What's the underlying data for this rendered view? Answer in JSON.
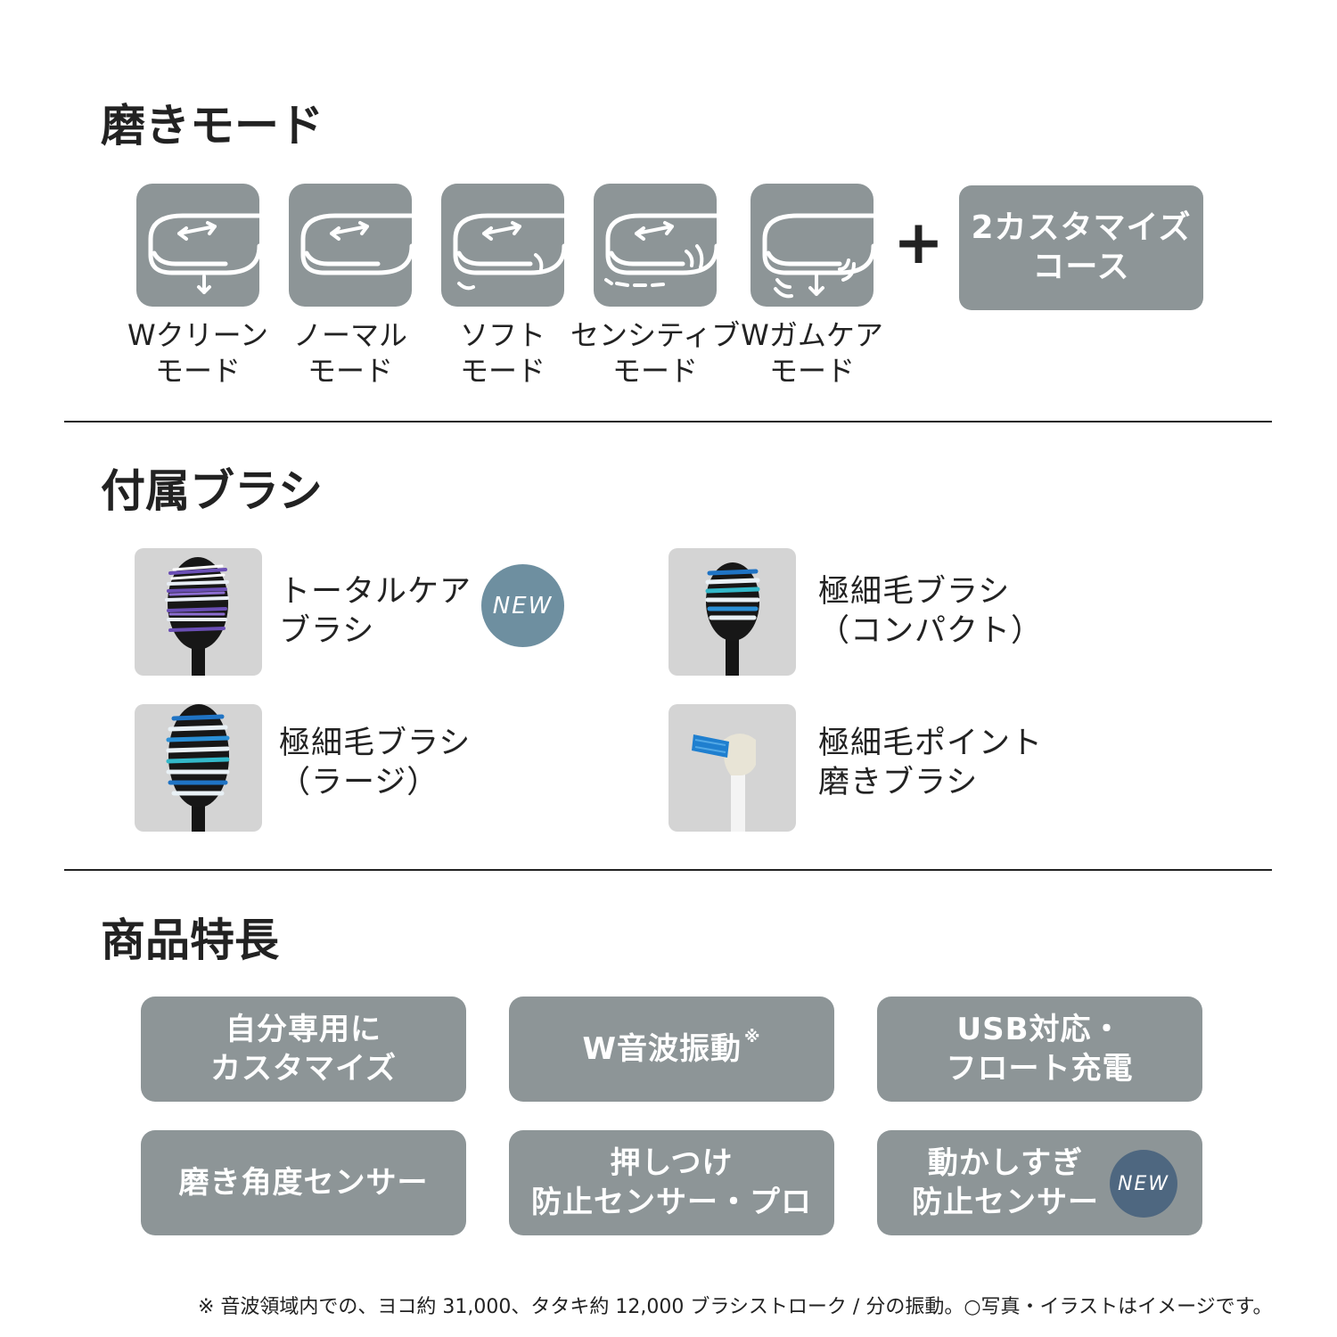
{
  "modes_section": {
    "title": "磨きモード",
    "modes": [
      {
        "line1": "Wクリーン",
        "line2": "モード",
        "icon": "w-clean-mode-icon"
      },
      {
        "line1": "ノーマル",
        "line2": "モード",
        "icon": "normal-mode-icon"
      },
      {
        "line1": "ソフト",
        "line2": "モード",
        "icon": "soft-mode-icon"
      },
      {
        "line1": "センシティブ",
        "line2": "モード",
        "icon": "sensitive-mode-icon"
      },
      {
        "line1": "Wガムケア",
        "line2": "モード",
        "icon": "w-gum-care-mode-icon"
      }
    ],
    "plus": "+",
    "custom": {
      "line1": "2カスタマイズ",
      "line2": "コース"
    }
  },
  "brushes_section": {
    "title": "付属ブラシ",
    "brushes": [
      {
        "line1": "トータルケア",
        "line2": "ブラシ",
        "new": true
      },
      {
        "line1": "極細毛ブラシ",
        "line2": "（コンパクト）",
        "new": false
      },
      {
        "line1": "極細毛ブラシ",
        "line2": "（ラージ）",
        "new": false
      },
      {
        "line1": "極細毛ポイント",
        "line2": "磨きブラシ",
        "new": false
      }
    ]
  },
  "features_section": {
    "title": "商品特長",
    "features": [
      {
        "line1": "自分専用に",
        "line2": "カスタマイズ"
      },
      {
        "line1": "W音波振動",
        "mark": "※"
      },
      {
        "line1": "USB対応・",
        "line2": "フロート充電"
      },
      {
        "line1": "磨き角度センサー"
      },
      {
        "line1": "押しつけ",
        "line2": "防止センサー・プロ"
      },
      {
        "line1": "動かしすぎ",
        "line2": "防止センサー",
        "new": true
      }
    ]
  },
  "badge": {
    "new_label": "NEW"
  },
  "colors": {
    "tile_gray": "#8d9597",
    "photo_bg": "#d4d4d4",
    "badge_light": "#6e8fa0",
    "badge_dark": "#4e6780",
    "text": "#222222"
  },
  "footnote": "※ 音波領域内での、ヨコ約 31,000、タタキ約 12,000 ブラシストローク / 分の振動。○写真・イラストはイメージです。"
}
